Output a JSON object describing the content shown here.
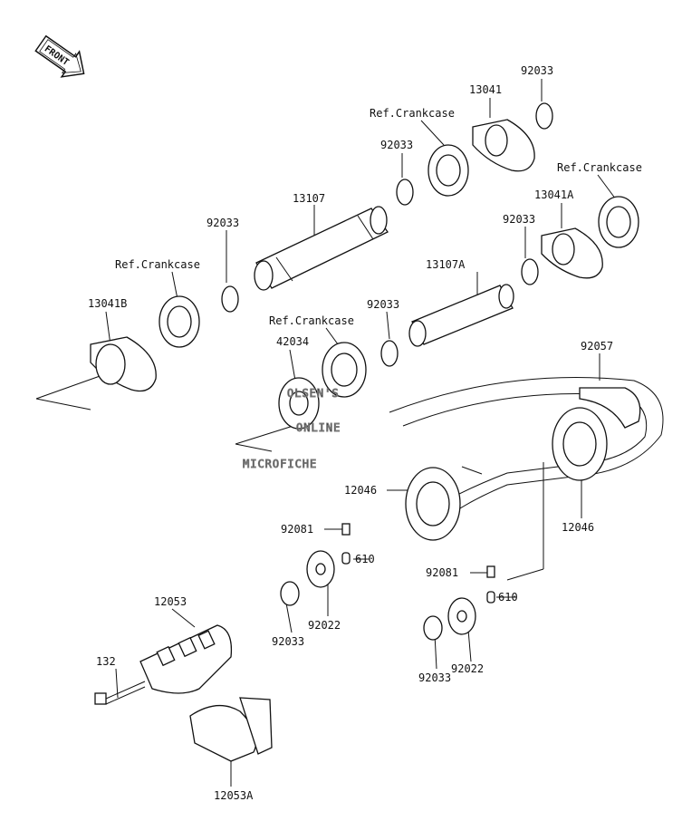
{
  "front_label": "FRONT",
  "watermark": {
    "line1": "OLSEN'S",
    "line2": "ONLINE",
    "line3": "MICROFICHE"
  },
  "parts": {
    "p92033_top": "92033",
    "p13041": "13041",
    "ref_crankcase_1": "Ref.Crankcase",
    "p92033_2": "92033",
    "ref_crankcase_2": "Ref.Crankcase",
    "p13041A": "13041A",
    "p13107": "13107",
    "p92033_3": "92033",
    "p92033_4": "92033",
    "ref_crankcase_3": "Ref.Crankcase",
    "p13107A": "13107A",
    "p13041B": "13041B",
    "p92033_5": "92033",
    "ref_crankcase_4": "Ref.Crankcase",
    "p42034": "42034",
    "p92057": "92057",
    "p12046_left": "12046",
    "p12046_right": "12046",
    "p92081_left": "92081",
    "p610_left": "610",
    "p92081_right": "92081",
    "p610_right": "610",
    "p12053": "12053",
    "p132": "132",
    "p92033_6": "92033",
    "p92022_left": "92022",
    "p92033_7": "92033",
    "p92022_right": "92022",
    "p12053A": "12053A"
  }
}
